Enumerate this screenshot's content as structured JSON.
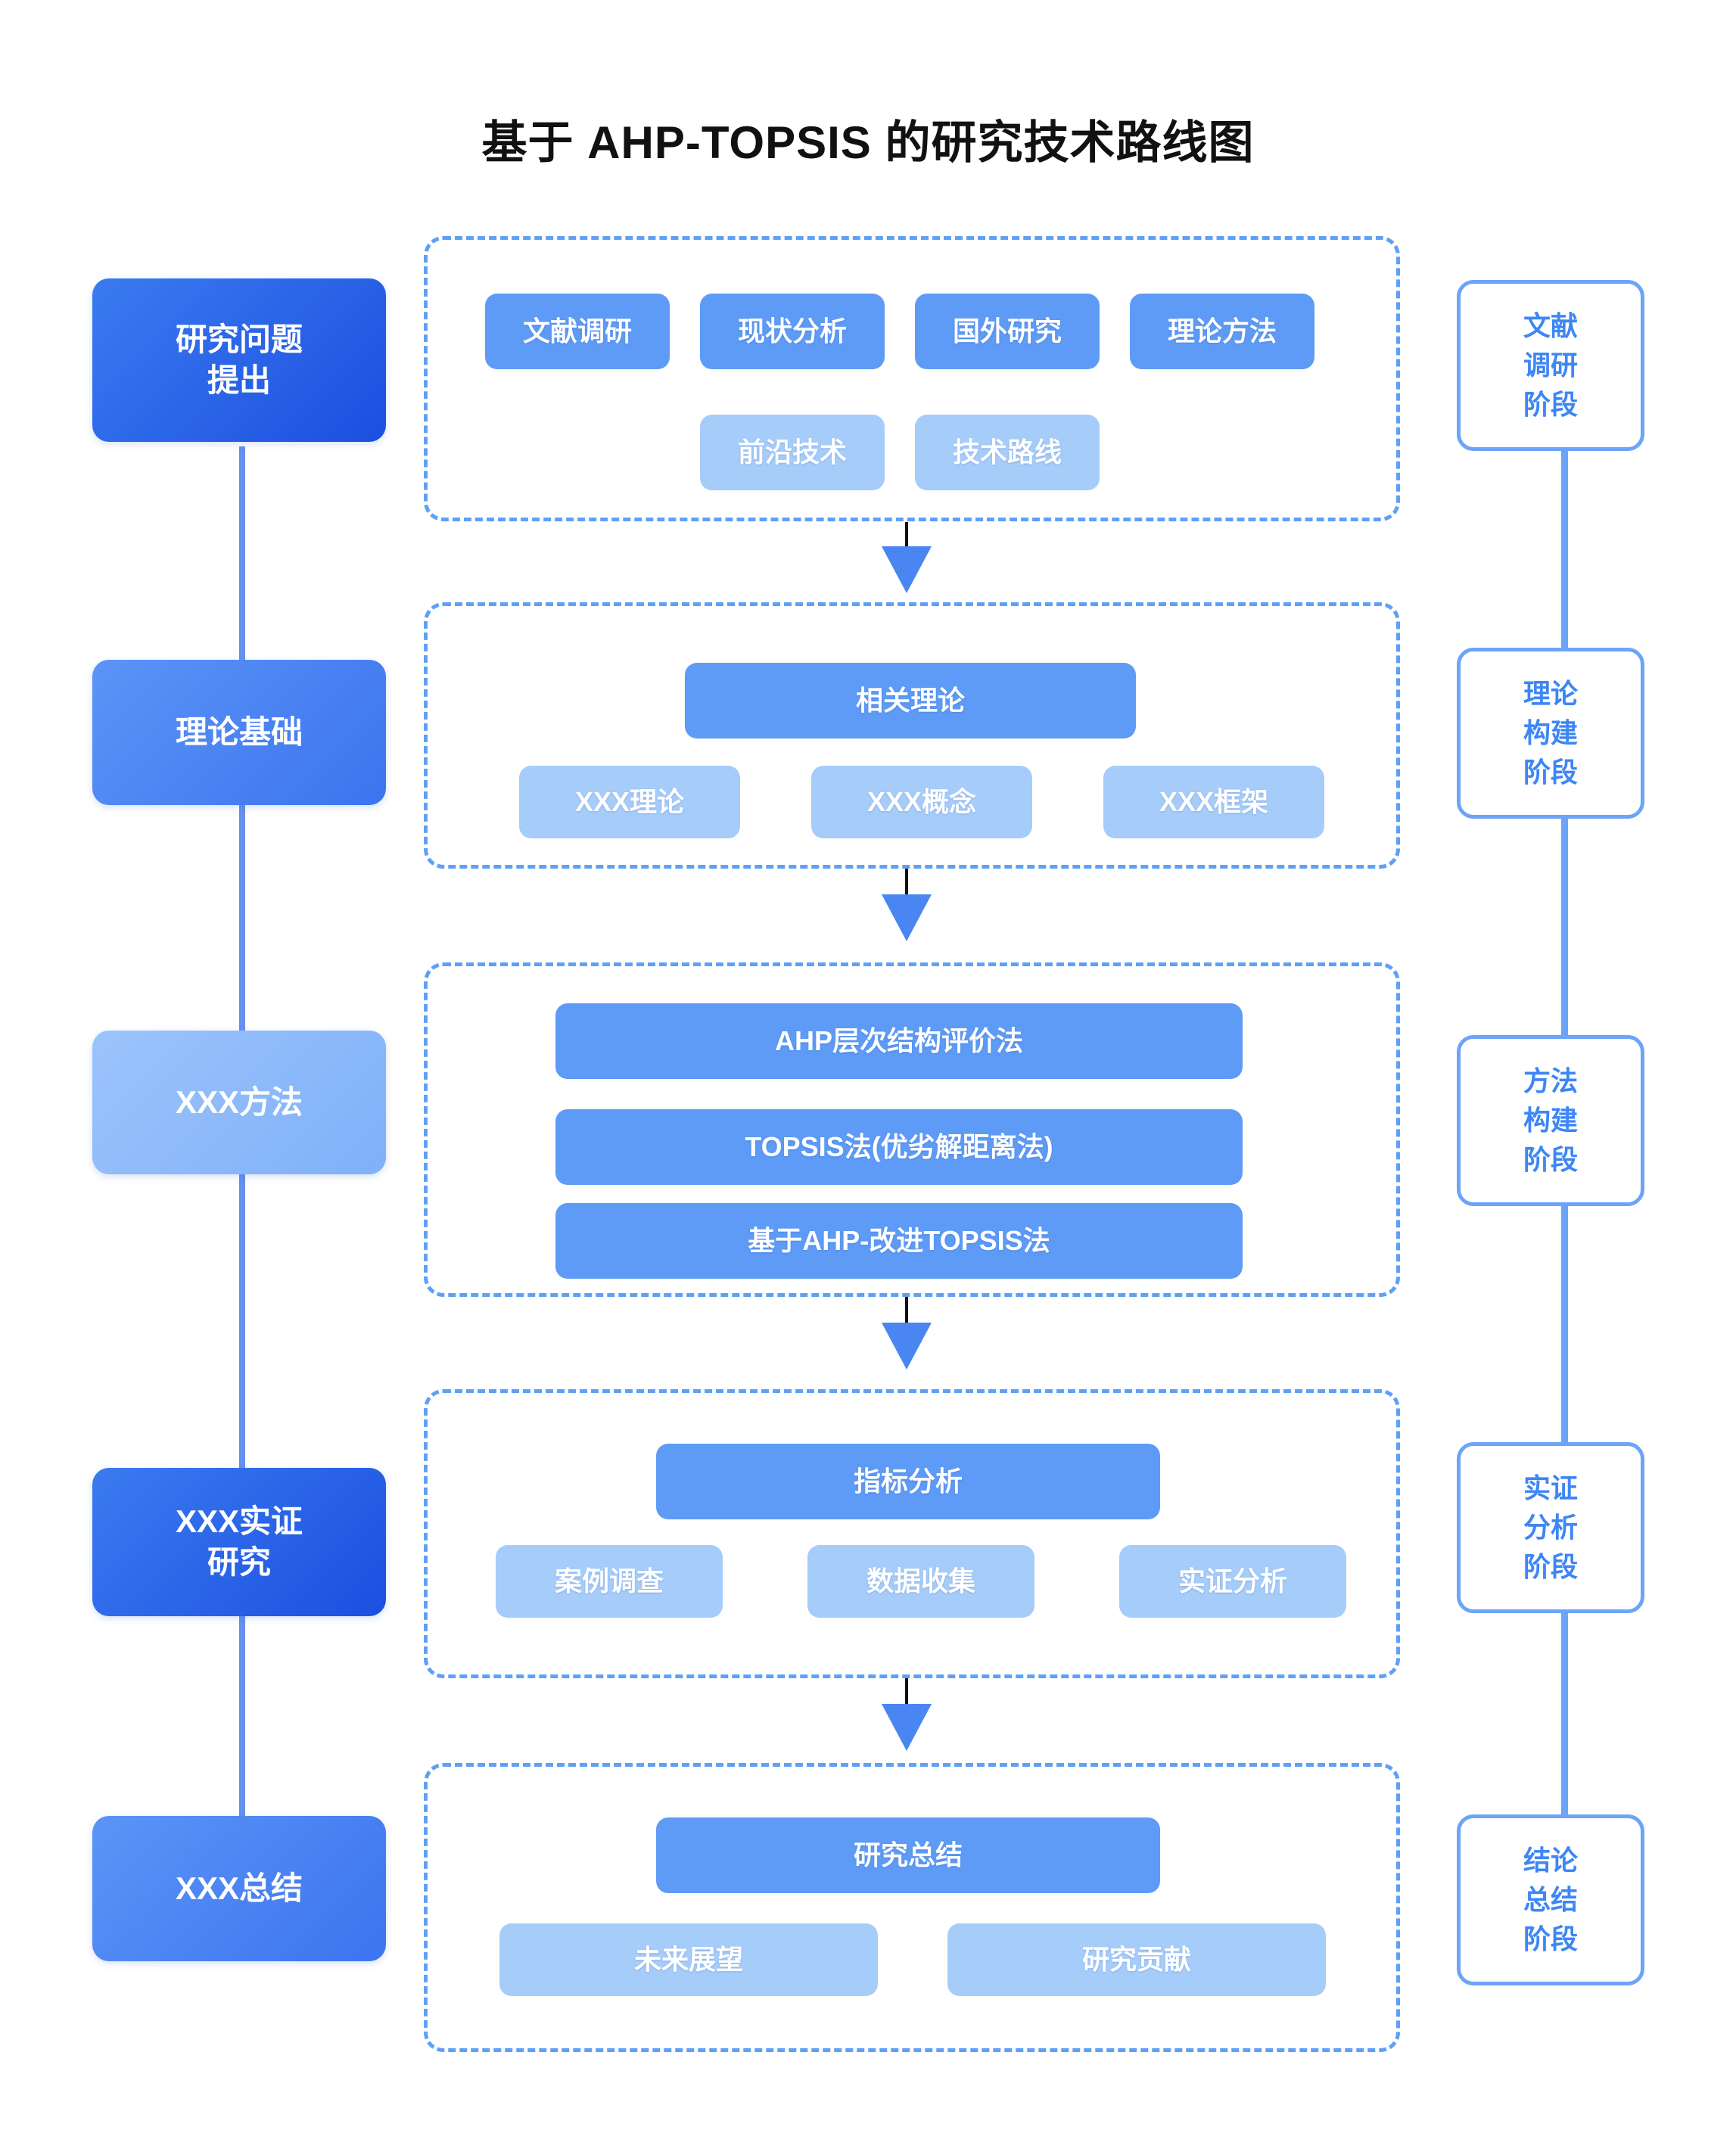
{
  "title": "基于 AHP-TOPSIS 的研究技术路线图",
  "colors": {
    "deep_blue": "#1b4fe0",
    "mid_blue": "#3b74ef",
    "chip_blue": "#5d9bf6",
    "chip_light_blue": "#a6ccf9",
    "outline_blue": "#6ba4f8",
    "text_blue": "#3d86f5",
    "connector_left": "#6690f0",
    "arrow": "#4a86f2",
    "title_black": "#111111",
    "background": "#ffffff"
  },
  "left_column": {
    "items": [
      {
        "label": "研究问题\n提出",
        "line1": "研究问题",
        "line2": "提出",
        "tone": "dark"
      },
      {
        "label": "理论基础",
        "line1": "理论基础",
        "line2": "",
        "tone": "mid"
      },
      {
        "label": "XXX方法",
        "line1": "XXX方法",
        "line2": "",
        "tone": "light"
      },
      {
        "label": "XXX实证\n研究",
        "line1": "XXX实证",
        "line2": "研究",
        "tone": "dark"
      },
      {
        "label": "XXX总结",
        "line1": "XXX总结",
        "line2": "",
        "tone": "mid"
      }
    ]
  },
  "right_column": {
    "items": [
      {
        "line1": "文献",
        "line2": "调研",
        "line3": "阶段"
      },
      {
        "line1": "理论",
        "line2": "构建",
        "line3": "阶段"
      },
      {
        "line1": "方法",
        "line2": "构建",
        "line3": "阶段"
      },
      {
        "line1": "实证",
        "line2": "分析",
        "line3": "阶段"
      },
      {
        "line1": "结论",
        "line2": "总结",
        "line3": "阶段"
      }
    ]
  },
  "stages": [
    {
      "name": "literature-review-stage",
      "rows": [
        {
          "tone": "mid",
          "items": [
            "文献调研",
            "现状分析",
            "国外研究",
            "理论方法"
          ]
        },
        {
          "tone": "light",
          "items": [
            "前沿技术",
            "技术路线"
          ]
        }
      ]
    },
    {
      "name": "theory-construction-stage",
      "rows": [
        {
          "tone": "mid",
          "items": [
            "相关理论"
          ]
        },
        {
          "tone": "light",
          "items": [
            "XXX理论",
            "XXX概念",
            "XXX框架"
          ]
        }
      ]
    },
    {
      "name": "method-construction-stage",
      "rows": [
        {
          "tone": "mid",
          "items": [
            "AHP层次结构评价法"
          ]
        },
        {
          "tone": "mid",
          "items": [
            "TOPSIS法(优劣解距离法)"
          ]
        },
        {
          "tone": "mid",
          "items": [
            "基于AHP-改进TOPSIS法"
          ]
        }
      ]
    },
    {
      "name": "empirical-analysis-stage",
      "rows": [
        {
          "tone": "mid",
          "items": [
            "指标分析"
          ]
        },
        {
          "tone": "light",
          "items": [
            "案例调查",
            "数据收集",
            "实证分析"
          ]
        }
      ]
    },
    {
      "name": "conclusion-summary-stage",
      "rows": [
        {
          "tone": "mid",
          "items": [
            "研究总结"
          ]
        },
        {
          "tone": "light",
          "items": [
            "未来展望",
            "研究贡献"
          ]
        }
      ]
    }
  ],
  "arrows": [
    {
      "name": "arrow-stage1-to-stage2"
    },
    {
      "name": "arrow-stage2-to-stage3"
    },
    {
      "name": "arrow-stage3-to-stage4"
    },
    {
      "name": "arrow-stage4-to-stage5"
    }
  ]
}
